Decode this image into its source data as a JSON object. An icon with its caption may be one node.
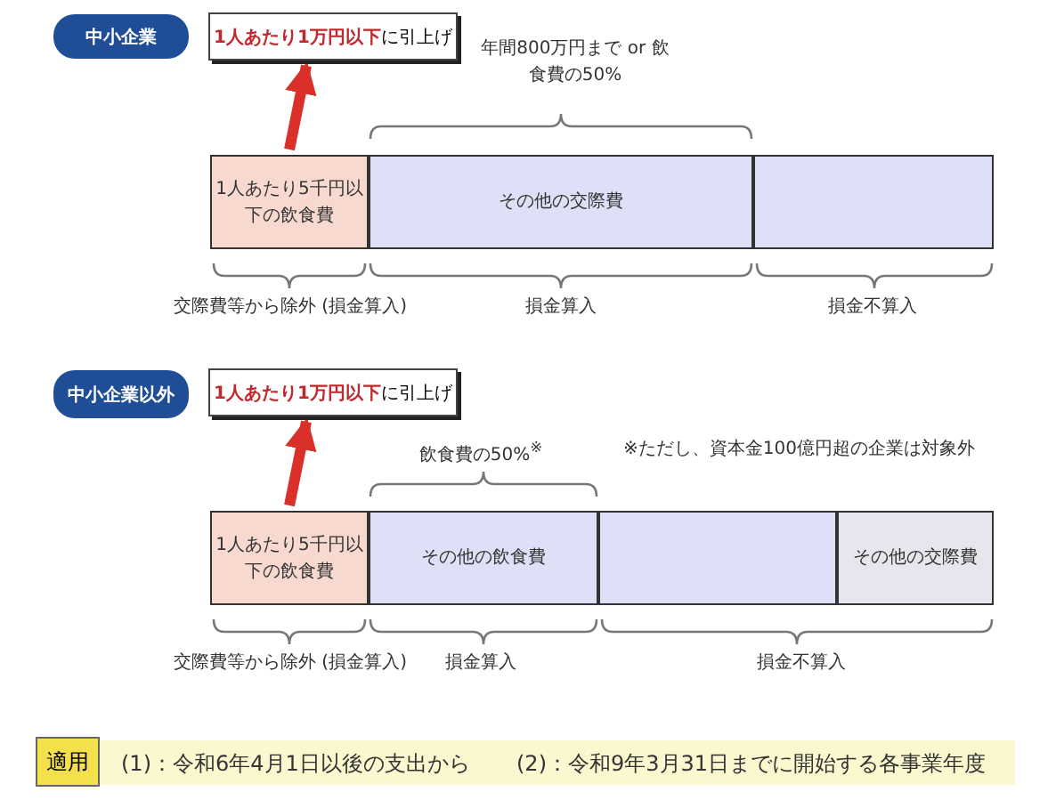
{
  "diagram": {
    "nodes": [
      {
        "text": [
          "中小企業"
        ]
      },
      {
        "text": [
          "**1人あたり1万円以下**に引上げ"
        ]
      },
      {
        "text": [
          "1人あたり5千円以下の飲食費"
        ]
      },
      {
        "text": [
          "その他の交際費"
        ]
      },
      {
        "text": [],
        "shape": "bar"
      },
      {
        "text": [
          "中小企業以外"
        ]
      },
      {
        "text": [
          "**1人あたり1万円以下**に引上げ"
        ]
      },
      {
        "text": [
          "1人あたり5千円以下の飲食費"
        ]
      },
      {
        "text": [
          "その他の飲食費"
        ]
      },
      {
        "text": [],
        "shape": "bar"
      },
      {
        "text": [
          "その他の交際費"
        ]
      },
      {
        "text": [
          "適用"
        ]
      }
    ],
    "edges": [
      {
        "from": 2,
        "to": 1,
        "arrow": "to"
      },
      {
        "from": 7,
        "to": 6,
        "arrow": "to"
      }
    ],
    "labels": [
      "年間800万円まで or 飲食費の50%",
      "交際費等から除外 (損金算入)",
      "損金算入",
      "損金不算入",
      "飲食費の50%$^{※}$",
      "※ただし、資本金100億円超の企業は対象外",
      "交際費等から除外 (損金算入)",
      "損金算入",
      "損金不算入",
      "(1)：令和6年4月1日以後の支出から",
      "(2)：令和9年3月31日までに開始する各事業年度"
    ]
  }
}
